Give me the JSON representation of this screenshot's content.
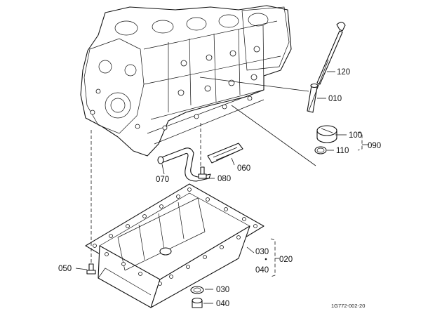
{
  "callouts": {
    "c120": "120",
    "c010": "010",
    "c100": "100",
    "c110": "110",
    "c090": "090",
    "c060": "060",
    "c070": "070",
    "c080": "080",
    "c030a": "030",
    "c040a": "040",
    "c020": "020",
    "c050": "050",
    "c030b": "030",
    "c040b": "040"
  },
  "figure_ref": "1G772-002-20"
}
